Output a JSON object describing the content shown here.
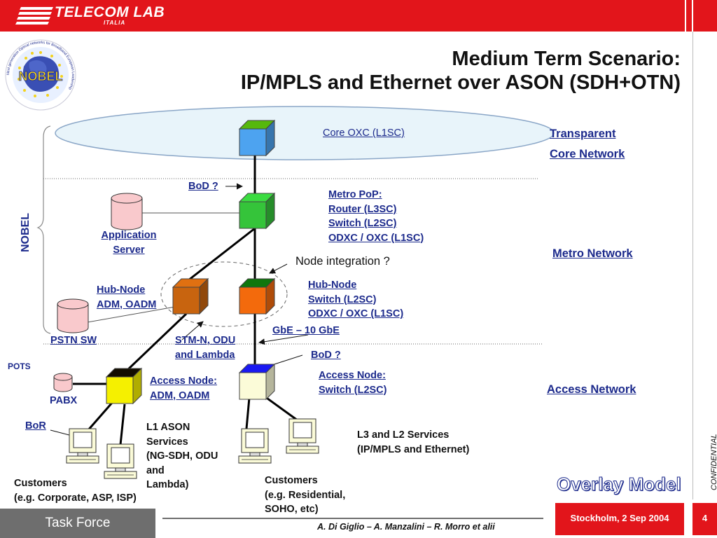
{
  "header": {
    "brand_main": "TELECOM LAB",
    "brand_sub": "ITALIA",
    "logo_text": "NOBEL",
    "logo_ring_text": "Next generation Optical networks for Broadband European Leadership"
  },
  "title": {
    "line1": "Medium Term Scenario:",
    "line2": "IP/MPLS and Ethernet over ASON (SDH+OTN)"
  },
  "side": {
    "nobel": "NOBEL",
    "confidential": "CONFIDENTIAL"
  },
  "layers": {
    "transparent": "Transparent",
    "core_network": "Core Network",
    "metro_network": "Metro Network",
    "access_network": "Access Network"
  },
  "nodes": {
    "core_oxc": "Core OXC (L1SC)",
    "bod1": "BoD ?",
    "metro_pop": [
      "Metro PoP:",
      "Router (L3SC)",
      "Switch (L2SC)",
      "ODXC / OXC (L1SC)"
    ],
    "app_server": [
      "Application",
      "Server"
    ],
    "node_integration": "Node integration ?",
    "hub_left": [
      "Hub-Node",
      "ADM, OADM"
    ],
    "hub_right": [
      "Hub-Node",
      "Switch (L2SC)",
      "ODXC / OXC (L1SC)"
    ],
    "gbe": "GbE – 10 GbE",
    "pstn": "PSTN SW",
    "stm": [
      "STM-N, ODU",
      "and Lambda"
    ],
    "bod2": "BoD ?",
    "pots": "POTS",
    "pabx": "PABX",
    "access_left": [
      "Access Node:",
      "ADM, OADM"
    ],
    "access_right": [
      "Access Node:",
      "Switch (L2SC)"
    ],
    "bor": "BoR",
    "l1_services": [
      "L1 ASON",
      "Services",
      "(NG-SDH, ODU",
      "and",
      "Lambda)"
    ],
    "l3_services": [
      "L3 and L2 Services",
      "(IP/MPLS and Ethernet)"
    ],
    "customers_left": [
      "Customers",
      "(e.g. Corporate, ASP, ISP)"
    ],
    "customers_right": [
      "Customers",
      "(e.g. Residential,",
      "SOHO, etc)"
    ]
  },
  "overlay_model": "Overlay Model",
  "footer": {
    "task_force": "Task Force",
    "authors": "A. Di Giglio – A. Manzalini – R. Morro  et alii",
    "date": "Stockholm, 2 Sep 2004",
    "page": "4"
  },
  "colors": {
    "brand_red": "#e2151b",
    "label_blue": "#1c2a8c",
    "core_node": "#4da3f0",
    "metro_node": "#35c43a",
    "hub_left_node": "#c8640f",
    "hub_right_node": "#f36a0c",
    "access_left_node": "#f5f000",
    "access_right_node": "#fbfbd8",
    "database": "#f9c9cc"
  }
}
